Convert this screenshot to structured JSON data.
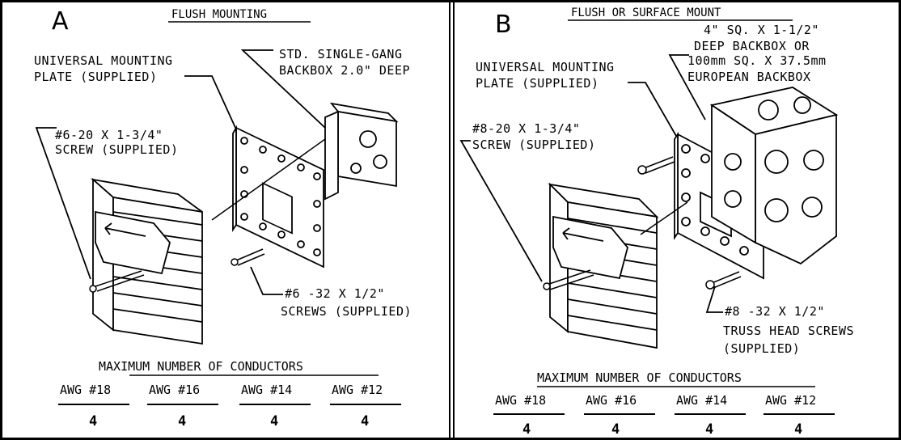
{
  "panelA": {
    "letter": "A",
    "title": "FLUSH MOUNTING",
    "label_plate": [
      "UNIVERSAL MOUNTING",
      "PLATE (SUPPLIED)"
    ],
    "label_backbox": [
      "STD. SINGLE-GANG",
      "BACKBOX 2.0\" DEEP"
    ],
    "label_screw": [
      "#6-20 X 1-3/4\"",
      "SCREW (SUPPLIED)"
    ],
    "label_small_screw": [
      "#6 -32 X 1/2\"",
      "SCREWS (SUPPLIED)"
    ],
    "table": {
      "title": "MAXIMUM NUMBER OF CONDUCTORS",
      "headers": [
        "AWG #18",
        "AWG #16",
        "AWG #14",
        "AWG #12"
      ],
      "values": [
        "4",
        "4",
        "4",
        "4"
      ]
    }
  },
  "panelB": {
    "letter": "B",
    "title": "FLUSH OR SURFACE MOUNT",
    "label_backbox": [
      "4\" SQ. X 1-1/2\"",
      "DEEP BACKBOX OR",
      "100mm SQ. X 37.5mm",
      "EUROPEAN BACKBOX"
    ],
    "label_plate": [
      "UNIVERSAL MOUNTING",
      "PLATE (SUPPLIED)"
    ],
    "label_screw": [
      "#8-20 X 1-3/4\"",
      "SCREW (SUPPLIED)"
    ],
    "label_small_screw": [
      "#8 -32 X 1/2\"",
      "TRUSS HEAD SCREWS",
      "(SUPPLIED)"
    ],
    "table": {
      "title": "MAXIMUM NUMBER OF CONDUCTORS",
      "headers": [
        "AWG #18",
        "AWG #16",
        "AWG #14",
        "AWG #12"
      ],
      "values": [
        "4",
        "4",
        "4",
        "4"
      ]
    }
  }
}
